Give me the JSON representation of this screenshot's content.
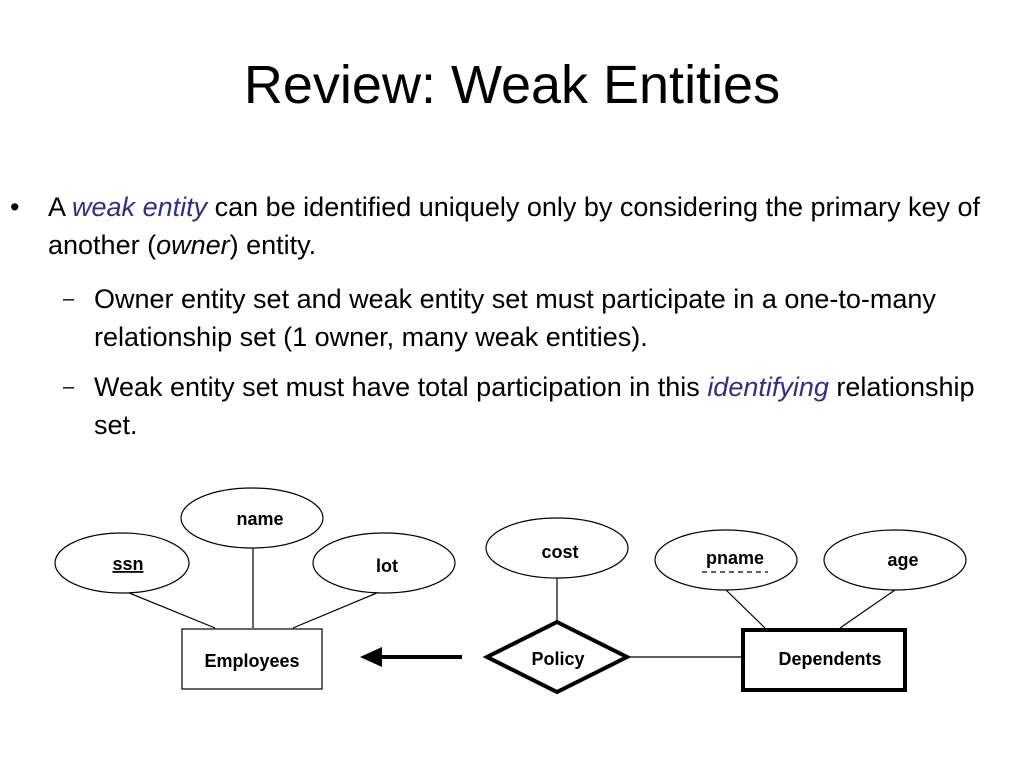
{
  "slide": {
    "title": "Review: Weak Entities"
  },
  "bullet1": {
    "marker": "•",
    "prefix": "A ",
    "term": "weak entity",
    "middle": " can be identified uniquely only by considering the primary key of another (",
    "owner": "owner",
    "suffix": ") entity."
  },
  "sub1": {
    "marker": "–",
    "text": "Owner entity set and weak entity set must participate in a one-to-many relationship set (1 owner, many weak entities)."
  },
  "sub2": {
    "marker": "–",
    "text_before": "Weak entity set must have total participation in this ",
    "term": "identifying",
    "text_after": " relationship set."
  },
  "diagram": {
    "entities": {
      "employees": "Employees",
      "dependents": "Dependents"
    },
    "relationship": "Policy",
    "attributes": {
      "ssn": "ssn",
      "name": "name",
      "lot": "lot",
      "cost": "cost",
      "pname": "pname",
      "age": "age"
    }
  },
  "colors": {
    "emphasis": "#2e2e8f",
    "text": "#000000"
  }
}
